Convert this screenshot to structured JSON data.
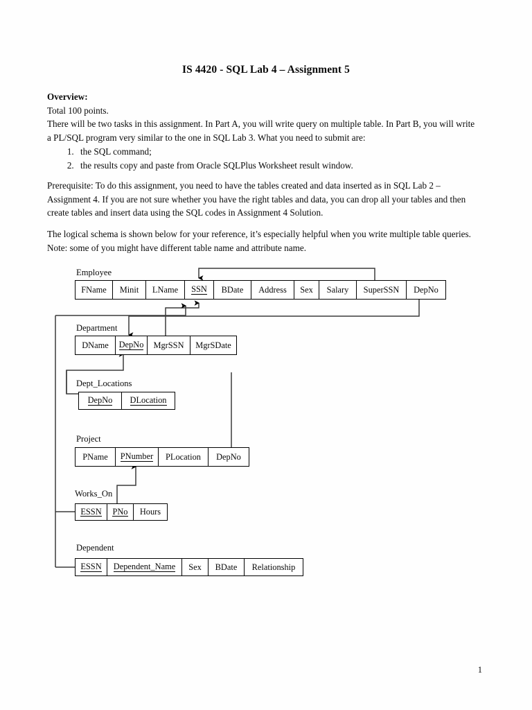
{
  "document": {
    "title": "IS 4420 - SQL Lab 4 – Assignment 5",
    "page_number": "1",
    "overview_heading": "Overview:",
    "total_points": "Total 100 points.",
    "intro_paragraph": "There will be two tasks in this assignment. In Part A, you will write query on multiple table. In Part B, you will write a PL/SQL program very similar to the one in SQL Lab 3. What you need to submit are:",
    "submit_items": [
      "the SQL command;",
      "the results copy and paste from Oracle SQLPlus Worksheet result window."
    ],
    "prerequisite_paragraph": "Prerequisite: To do this assignment, you need to have the tables created and data inserted as in SQL Lab 2 – Assignment 4. If you are not sure whether you have the right tables and data, you can drop all your tables and then create tables and insert data using the SQL codes in Assignment 4 Solution.",
    "schema_paragraph": "The logical schema is shown below for your reference, it’s especially helpful when you write multiple table queries. Note: some of you might have different table name and attribute name."
  },
  "schema": {
    "relations": [
      {
        "name": "Employee",
        "attributes": [
          {
            "label": "FName",
            "pk": false
          },
          {
            "label": "Minit",
            "pk": false
          },
          {
            "label": "LName",
            "pk": false
          },
          {
            "label": "SSN",
            "pk": true
          },
          {
            "label": "BDate",
            "pk": false
          },
          {
            "label": "Address",
            "pk": false
          },
          {
            "label": "Sex",
            "pk": false
          },
          {
            "label": "Salary",
            "pk": false
          },
          {
            "label": "SuperSSN",
            "pk": false
          },
          {
            "label": "DepNo",
            "pk": false
          }
        ]
      },
      {
        "name": "Department",
        "attributes": [
          {
            "label": "DName",
            "pk": false
          },
          {
            "label": "DepNo",
            "pk": true
          },
          {
            "label": "MgrSSN",
            "pk": false
          },
          {
            "label": "MgrSDate",
            "pk": false
          }
        ]
      },
      {
        "name": "Dept_Locations",
        "attributes": [
          {
            "label": "DepNo",
            "pk": true
          },
          {
            "label": "DLocation",
            "pk": true
          }
        ]
      },
      {
        "name": "Project",
        "attributes": [
          {
            "label": "PName",
            "pk": false
          },
          {
            "label": "PNumber",
            "pk": true
          },
          {
            "label": "PLocation",
            "pk": false
          },
          {
            "label": "DepNo",
            "pk": false
          }
        ]
      },
      {
        "name": "Works_On",
        "attributes": [
          {
            "label": "ESSN",
            "pk": true
          },
          {
            "label": "PNo",
            "pk": true
          },
          {
            "label": "Hours",
            "pk": false
          }
        ]
      },
      {
        "name": "Dependent",
        "attributes": [
          {
            "label": "ESSN",
            "pk": true
          },
          {
            "label": "Dependent_Name",
            "pk": true
          },
          {
            "label": "Sex",
            "pk": false
          },
          {
            "label": "BDate",
            "pk": false
          },
          {
            "label": "Relationship",
            "pk": false
          }
        ]
      }
    ],
    "foreign_keys": [
      {
        "from": "Employee.SuperSSN",
        "to": "Employee.SSN"
      },
      {
        "from": "Employee.DepNo",
        "to": "Department.DepNo"
      },
      {
        "from": "Department.MgrSSN",
        "to": "Employee.SSN"
      },
      {
        "from": "Dept_Locations.DepNo",
        "to": "Department.DepNo"
      },
      {
        "from": "Project.DepNo",
        "to": "Department.DepNo"
      },
      {
        "from": "Works_On.PNo",
        "to": "Project.PNumber"
      },
      {
        "from": "Works_On.ESSN",
        "to": "Employee.SSN"
      },
      {
        "from": "Dependent.ESSN",
        "to": "Employee.SSN"
      }
    ]
  },
  "colors": {
    "page_background": "#ffffff",
    "text": "#0a0a0a",
    "line": "#000000"
  }
}
